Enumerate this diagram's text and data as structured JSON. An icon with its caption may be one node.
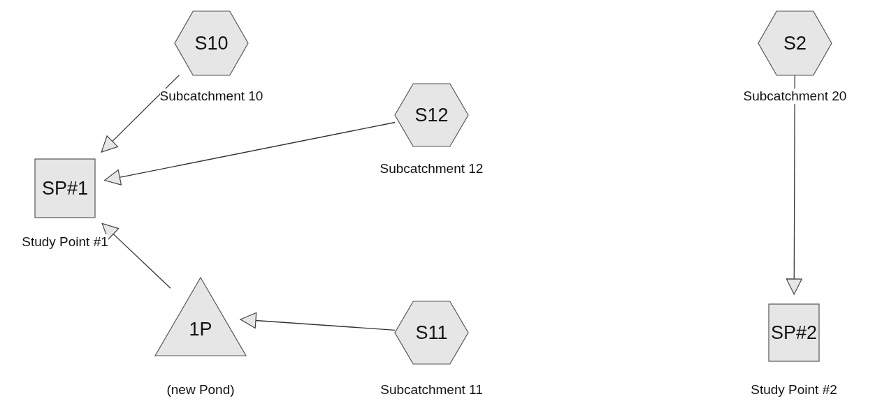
{
  "diagram": {
    "nodes": [
      {
        "text": [
          "S10"
        ],
        "beside": [
          "Subcatchment 10"
        ]
      },
      {
        "text": [
          "S12"
        ],
        "beside": [
          "Subcatchment 12"
        ]
      },
      {
        "text": [
          "SP#1"
        ],
        "beside": [
          "Study Point #1"
        ]
      },
      {
        "text": [
          "1P"
        ],
        "beside": [
          "(new Pond)"
        ]
      },
      {
        "text": [
          "S11"
        ],
        "beside": [
          "Subcatchment 11"
        ]
      },
      {
        "text": [
          "S2"
        ],
        "beside": [
          "Subcatchment 20"
        ]
      },
      {
        "text": [
          "SP#2"
        ],
        "beside": [
          "Study Point #2"
        ]
      }
    ],
    "edges": [
      {
        "from": 0,
        "to": 2,
        "arrow": "to"
      },
      {
        "from": 1,
        "to": 2,
        "arrow": "to"
      },
      {
        "from": 3,
        "to": 2,
        "arrow": "to"
      },
      {
        "from": 4,
        "to": 3,
        "arrow": "to"
      },
      {
        "from": 5,
        "to": 6,
        "arrow": "to"
      }
    ]
  }
}
